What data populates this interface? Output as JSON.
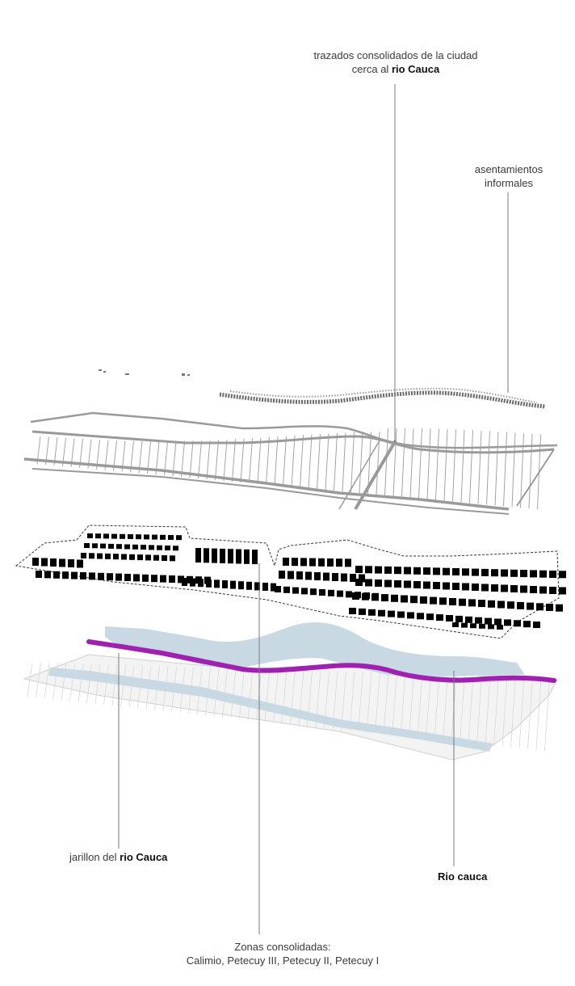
{
  "labels": {
    "trazados": {
      "line1": "trazados consolidados de la ciudad",
      "line2_plain": "cerca al ",
      "line2_bold": "rio Cauca"
    },
    "asentamientos": {
      "line1": "asentamientos",
      "line2": "informales"
    },
    "jarillon": {
      "plain": "jarillon del ",
      "bold": "rio Cauca"
    },
    "rio": {
      "bold": "Rio cauca"
    },
    "zonas": {
      "line1": "Zonas consolidadas:",
      "line2": "Calimio, Petecuy III, Petecuy II, Petecuy I"
    }
  },
  "colors": {
    "river": "#c9d9e3",
    "jarillon": "#a020b0",
    "streets": "#9a9a9a",
    "blocks": "#000000",
    "basemap": "#d6d6d6",
    "leader": "#7a7a7a"
  }
}
